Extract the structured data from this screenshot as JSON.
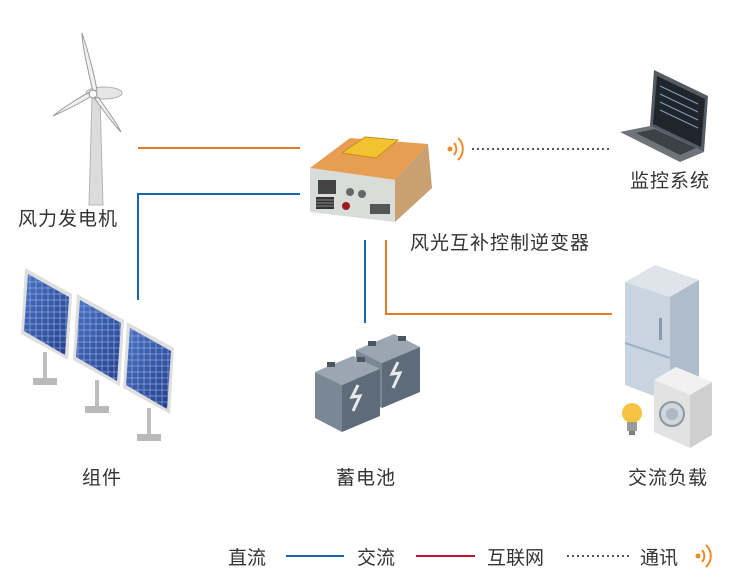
{
  "nodes": {
    "wind": "风力发电机",
    "panels": "组件",
    "inverter": "风光互补控制逆变器",
    "battery": "蓄电池",
    "load": "交流负载",
    "monitor": "监控系统"
  },
  "legend": {
    "dc": "直流",
    "ac": "交流",
    "internet": "互联网",
    "comm": "通讯"
  },
  "colors": {
    "dc_line": "#1565b5",
    "ac_line": "#e07b2a",
    "internet_line": "#c8102e",
    "comm_line": "#555555",
    "signal_icon": "#f08a24"
  }
}
